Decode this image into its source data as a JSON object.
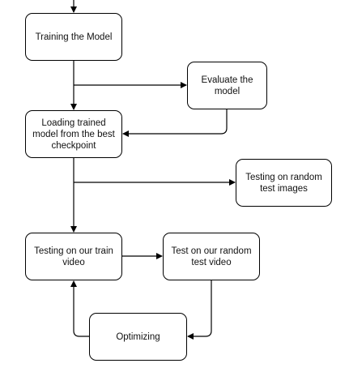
{
  "nodes": {
    "training": "Training the Model",
    "evaluate": "Evaluate the model",
    "loading": "Loading trained model from the best checkpoint",
    "testing_images": "Testing on random test images",
    "testing_train_video": "Testing on our train video",
    "test_random_video": "Test on our random test video",
    "optimizing": "Optimizing"
  },
  "colors": {
    "stroke": "#000000",
    "node_fill": "#ffffff",
    "text": "#111111"
  }
}
